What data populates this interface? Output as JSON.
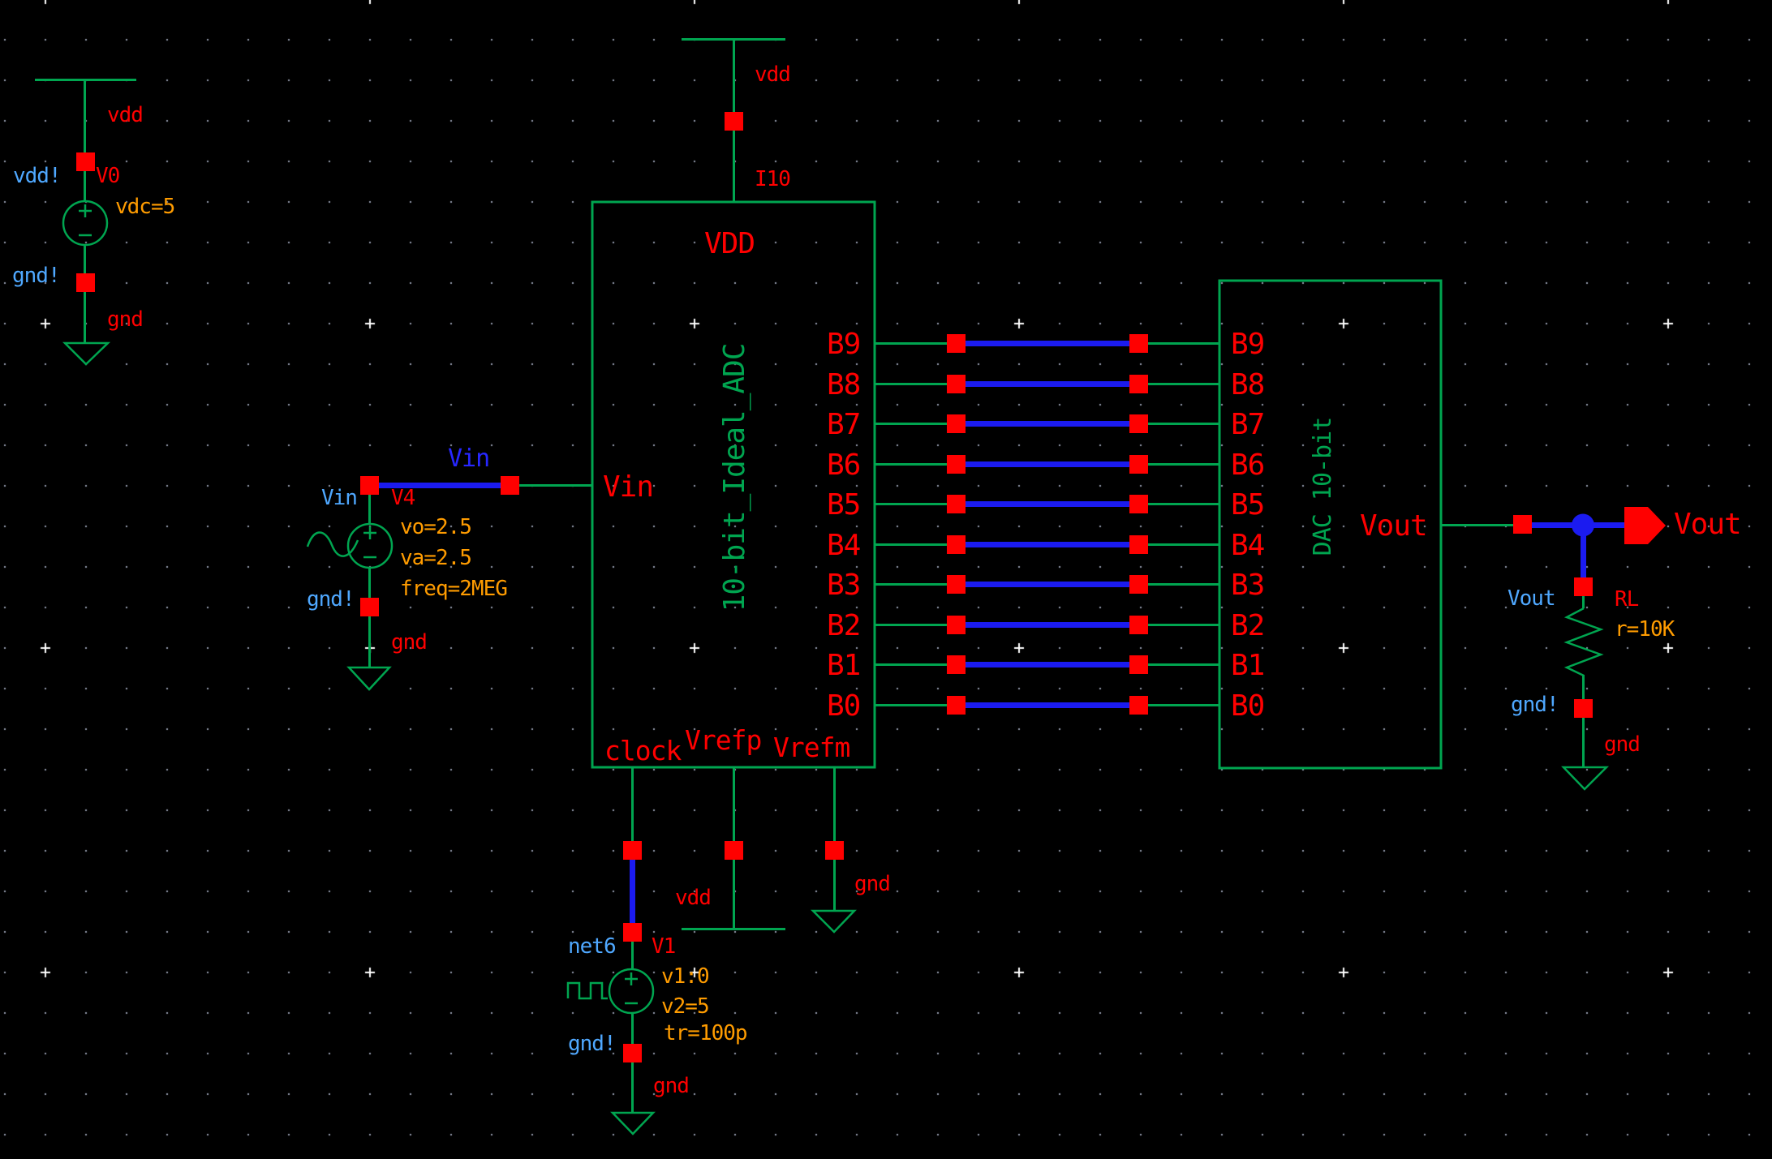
{
  "colors": {
    "background": "#000000",
    "wire_green": "#00a550",
    "wire_blue": "#1b1bf0",
    "pin_red": "#ff0000",
    "label_red": "#ff0000",
    "net_label_blue": "#2727ff",
    "net_name_cyan": "#4fa8ff",
    "param_orange": "#ff9c00",
    "grid_dot": "#969cae",
    "grid_cross": "#ffffff"
  },
  "supply_v0": {
    "rail_label": "vdd",
    "net_top": "vdd!",
    "name": "V0",
    "param_vdc": "vdc=5",
    "net_bottom": "gnd!",
    "gnd_label": "gnd"
  },
  "source_v4": {
    "net_label": "Vin",
    "net_term": "Vin",
    "name": "V4",
    "param_vo": "vo=2.5",
    "param_va": "va=2.5",
    "param_freq": "freq=2MEG",
    "net_bottom": "gnd!",
    "gnd_label": "gnd"
  },
  "adc": {
    "rail_label": "vdd",
    "instance_name": "I10",
    "pin_vdd": "VDD",
    "pin_vin": "Vin",
    "title": "10-bit_Ideal_ADC",
    "pin_clock": "clock",
    "pin_vrefp": "Vrefp",
    "pin_vrefm": "Vrefm",
    "bits": [
      "B9",
      "B8",
      "B7",
      "B6",
      "B5",
      "B4",
      "B3",
      "B2",
      "B1",
      "B0"
    ]
  },
  "dac": {
    "title": "DAC 10-bit",
    "pin_vout": "Vout",
    "bits": [
      "B9",
      "B8",
      "B7",
      "B6",
      "B5",
      "B4",
      "B3",
      "B2",
      "B1",
      "B0"
    ]
  },
  "vrefp_rail": {
    "label": "vdd"
  },
  "vrefm_gnd": {
    "label": "gnd"
  },
  "source_v1": {
    "net_top": "net6",
    "name": "V1",
    "param_v1": "v1:0",
    "param_v2": "v2=5",
    "param_tr": "tr=100p",
    "net_bottom": "gnd!",
    "gnd_label": "gnd"
  },
  "output": {
    "pin_label": "Vout",
    "net_label": "Vout",
    "res_name": "RL",
    "res_value": "r=10K",
    "net_gnd": "gnd!",
    "gnd_label": "gnd"
  }
}
